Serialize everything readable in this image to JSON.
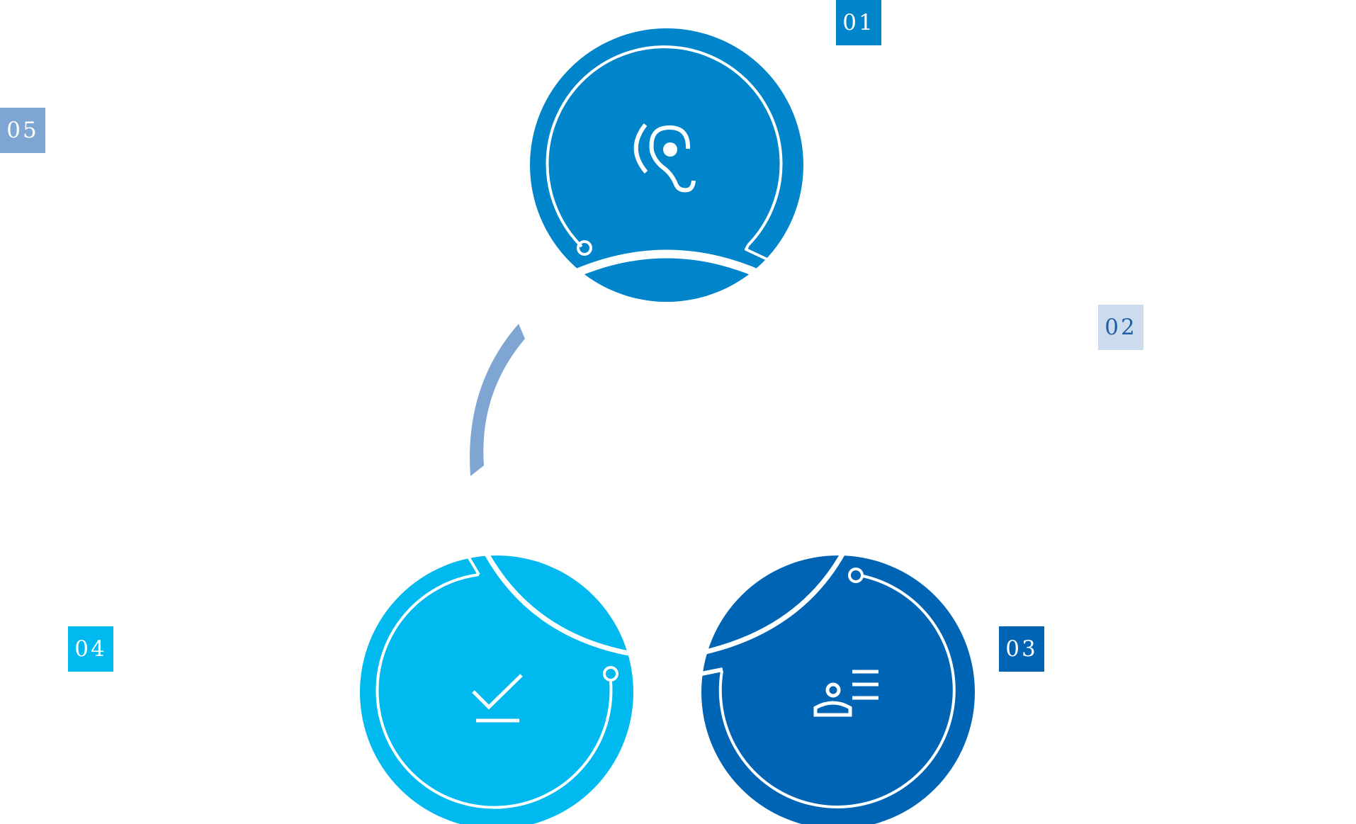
{
  "steps": [
    {
      "number": "01",
      "icon": "ear-listening-icon",
      "badge_bg": "#0085CB",
      "badge_fg": "#ffffff",
      "circle_color": "#0085CB"
    },
    {
      "number": "02",
      "icon": "",
      "badge_bg": "#CCDCEE",
      "badge_fg": "#1F5FA6",
      "circle_color": ""
    },
    {
      "number": "03",
      "icon": "person-list-icon",
      "badge_bg": "#0064B4",
      "badge_fg": "#ffffff",
      "circle_color": "#0064B4"
    },
    {
      "number": "04",
      "icon": "checkmark-download-icon",
      "badge_bg": "#00B9EE",
      "badge_fg": "#ffffff",
      "circle_color": "#00B9EE"
    },
    {
      "number": "05",
      "icon": "",
      "badge_bg": "#7FA6D2",
      "badge_fg": "#ffffff",
      "circle_color": ""
    }
  ],
  "connector_color": "#7FA6D2"
}
